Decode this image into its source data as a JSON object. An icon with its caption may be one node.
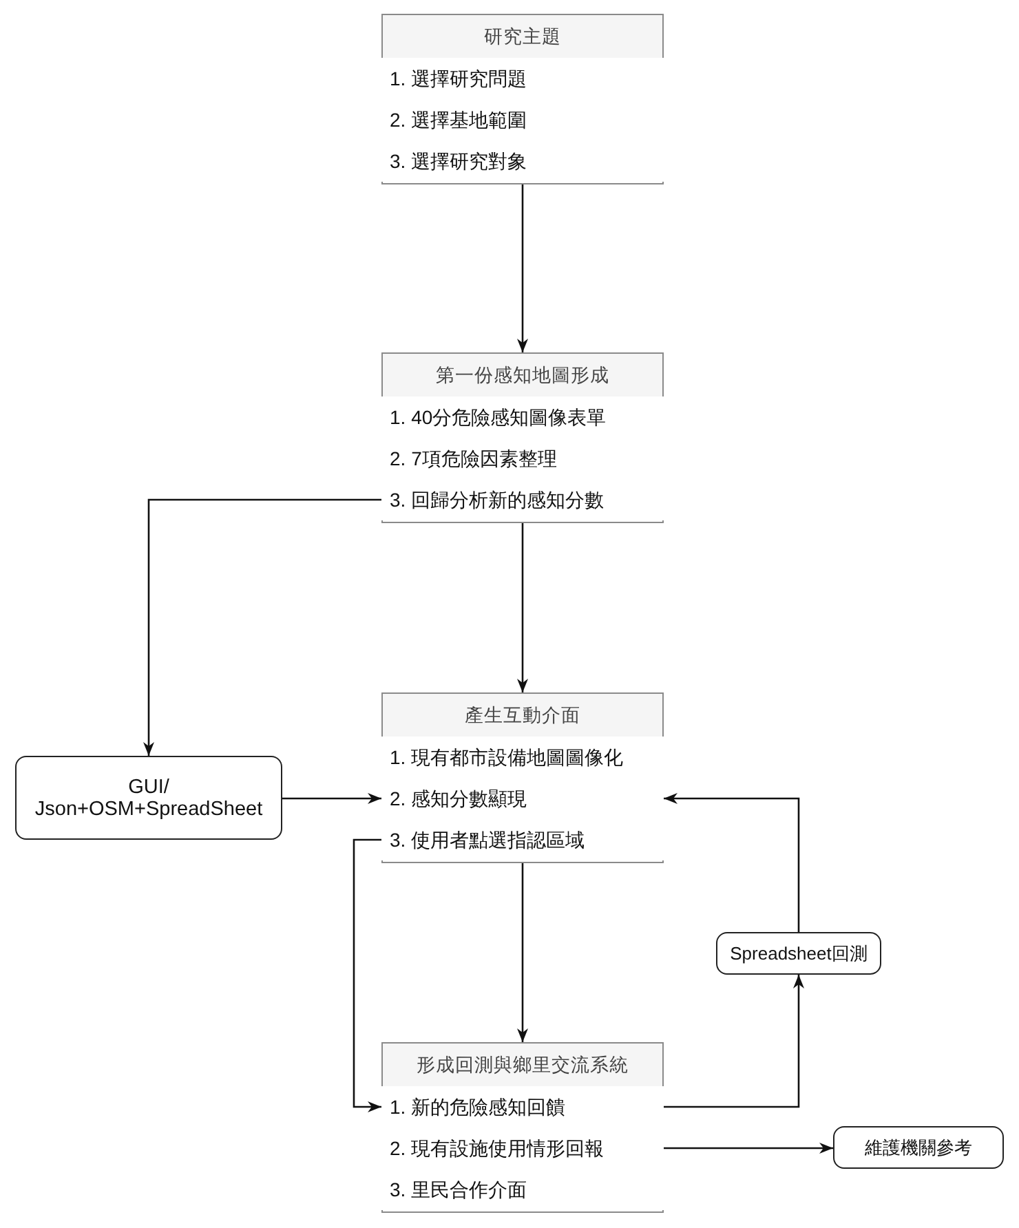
{
  "diagram": {
    "nodes": [
      {
        "text": [
          "研究主題"
        ]
      },
      {
        "text": [
          "1. 選擇研究問題"
        ],
        "in": 0
      },
      {
        "text": [
          "2. 選擇基地範圍"
        ],
        "in": 0
      },
      {
        "text": [
          "3. 選擇研究對象"
        ],
        "in": 0
      },
      {
        "text": [
          "第一份感知地圖形成"
        ]
      },
      {
        "text": [
          "1. 40分危險感知圖像表單"
        ],
        "in": 4
      },
      {
        "text": [
          "2. 7項危險因素整理"
        ],
        "in": 4
      },
      {
        "text": [
          "3. 回歸分析新的感知分數"
        ],
        "in": 4
      },
      {
        "text": [
          "產生互動介面"
        ]
      },
      {
        "text": [
          "1. 現有都市設備地圖圖像化"
        ],
        "in": 8
      },
      {
        "text": [
          "2. 感知分數顯現"
        ],
        "in": 8
      },
      {
        "text": [
          "3. 使用者點選指認區域"
        ],
        "in": 8
      },
      {
        "text": [
          "GUI/ Json+OSM+SpreadSheet"
        ]
      },
      {
        "text": [
          "Spreadsheet回測"
        ]
      },
      {
        "text": [
          "形成回測與鄉里交流系統"
        ]
      },
      {
        "text": [
          "1. 新的危險感知回饋"
        ],
        "in": 14
      },
      {
        "text": [
          "2. 現有設施使用情形回報"
        ],
        "in": 14
      },
      {
        "text": [
          "3. 里民合作介面"
        ],
        "in": 14
      },
      {
        "text": [
          "維護機關參考"
        ]
      }
    ],
    "edges": [
      {
        "from": 0,
        "to": 4,
        "arrow": "to"
      },
      {
        "from": 7,
        "to": 12,
        "arrow": "to"
      },
      {
        "from": 4,
        "to": 8,
        "arrow": "to"
      },
      {
        "from": 12,
        "to": 10,
        "arrow": "to"
      },
      {
        "from": 8,
        "to": 14,
        "arrow": "to"
      },
      {
        "from": 11,
        "to": 15,
        "arrow": "to"
      },
      {
        "from": 15,
        "to": 13,
        "arrow": "to"
      },
      {
        "from": 13,
        "to": 10,
        "arrow": "to"
      },
      {
        "from": 16,
        "to": 18,
        "arrow": "to"
      }
    ]
  }
}
